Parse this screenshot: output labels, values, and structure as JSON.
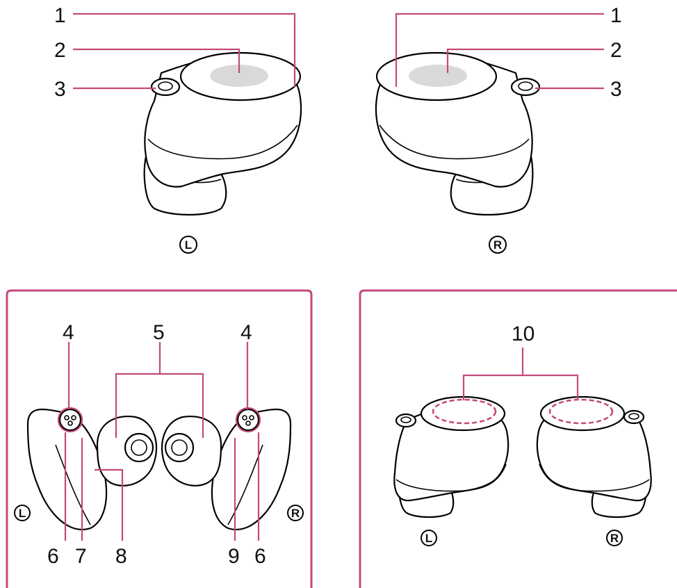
{
  "callouts": {
    "top_left": {
      "c1": "1",
      "c2": "2",
      "c3": "3"
    },
    "top_right": {
      "c1": "1",
      "c2": "2",
      "c3": "3"
    },
    "bottom_left": {
      "c4a": "4",
      "c4b": "4",
      "c5": "5",
      "c6a": "6",
      "c6b": "6",
      "c7": "7",
      "c8": "8",
      "c9": "9"
    },
    "bottom_right": {
      "c10": "10"
    }
  },
  "side_marks": {
    "left": "L",
    "right": "R"
  },
  "colors": {
    "callout_line": "#c4487c",
    "sensor_fill": "#d9d9d9",
    "outline": "#000000"
  }
}
